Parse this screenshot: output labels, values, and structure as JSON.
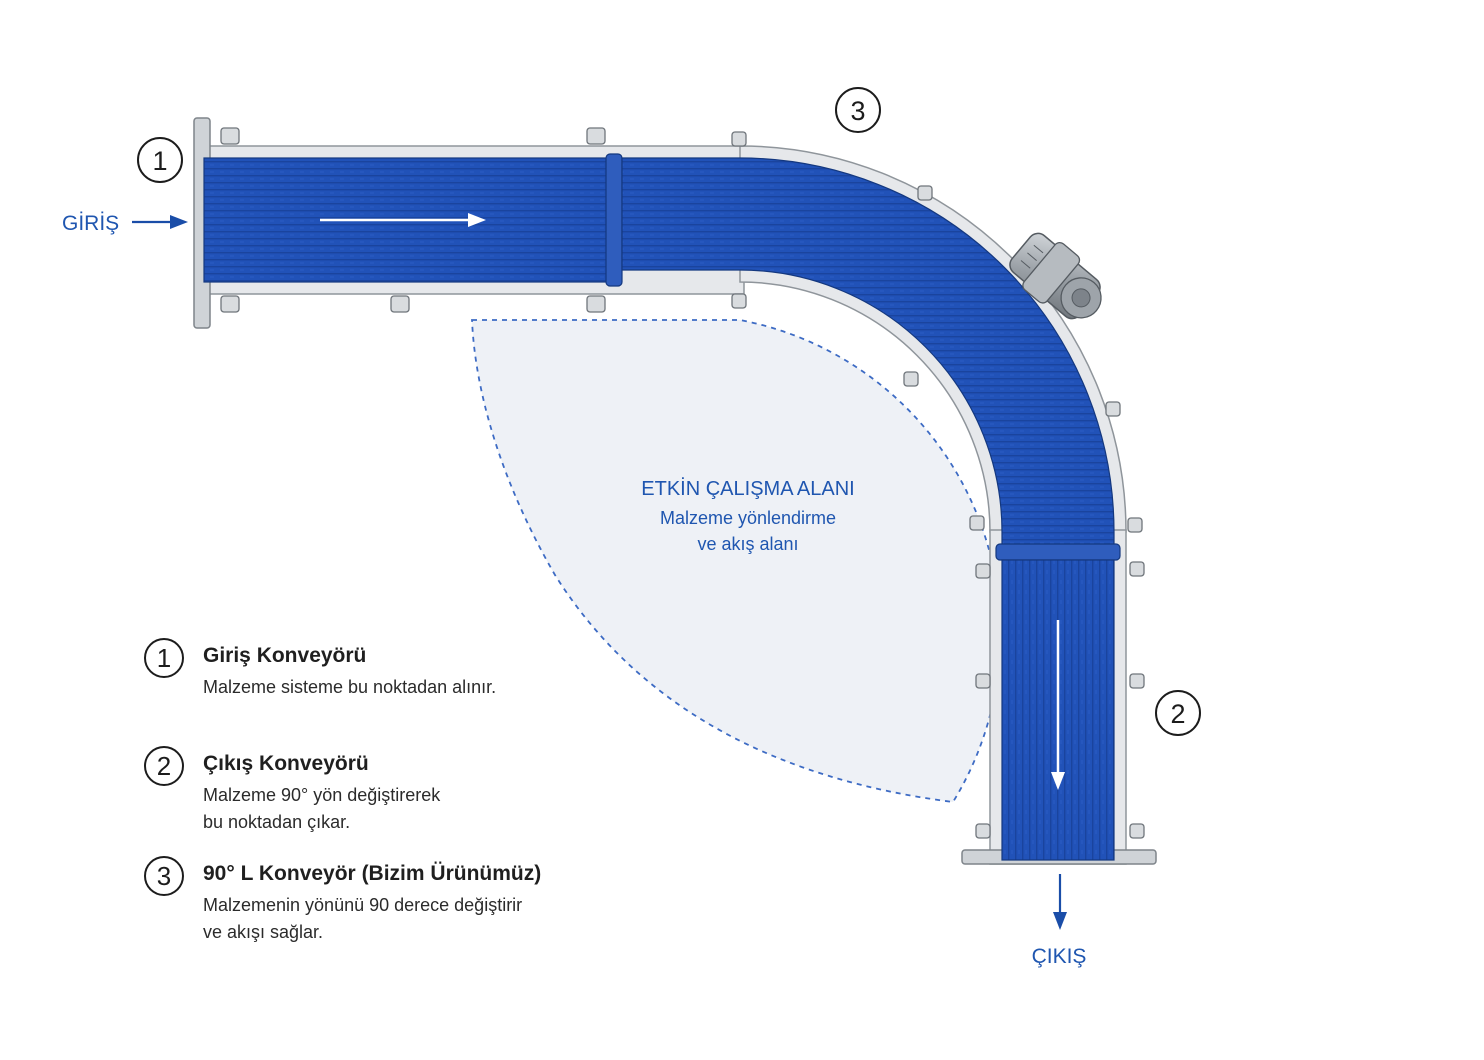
{
  "labels": {
    "input": "GİRİŞ",
    "output": "ÇIKIŞ"
  },
  "markers": {
    "one": "1",
    "two": "2",
    "three": "3"
  },
  "work_area": {
    "title": "ETKİN ÇALIŞMA ALANI",
    "line1": "Malzeme yönlendirme",
    "line2": "ve akış alanı"
  },
  "legend": {
    "items": [
      {
        "number": "1",
        "title": "Giriş Konveyörü",
        "description": "Malzeme sisteme bu noktadan alınır."
      },
      {
        "number": "2",
        "title": "Çıkış Konveyörü",
        "description": "Malzeme 90° yön değiştirerek\nbu noktadan çıkar."
      },
      {
        "number": "3",
        "title": "90° L Konveyör (Bizim Ürünümüz)",
        "description": "Malzemenin yönünü 90 derece değiştirir\nve akışı sağlar."
      }
    ]
  },
  "colors": {
    "belt": "#1f4fb5",
    "belt_dark": "#173f96",
    "accent_text": "#1f56b0",
    "frame": "#b9bec4",
    "work_area_fill": "#eef1f6",
    "work_area_stroke": "#3d6bc4",
    "arrow_dark": "#1a4da8"
  },
  "icons": [
    "motor-icon",
    "flow-arrow-icon"
  ]
}
